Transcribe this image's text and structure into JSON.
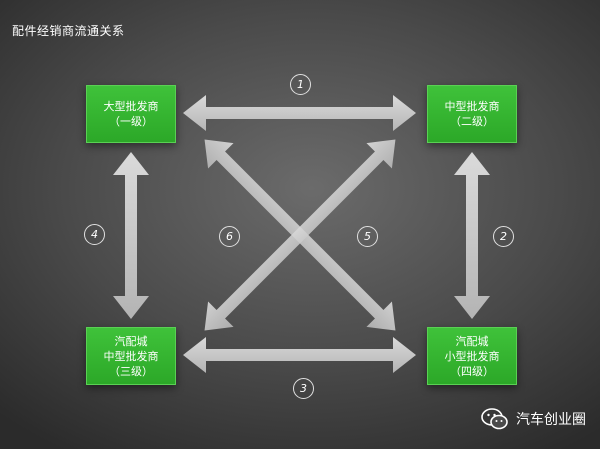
{
  "title": "配件经销商流通关系",
  "nodes": [
    {
      "id": "n1",
      "line1": "大型批发商",
      "line2": "",
      "line3": "（一级）"
    },
    {
      "id": "n2",
      "line1": "中型批发商",
      "line2": "",
      "line3": "（二级）"
    },
    {
      "id": "n3",
      "line1": "汽配城",
      "line2": "中型批发商",
      "line3": "（三级）"
    },
    {
      "id": "n4",
      "line1": "汽配城",
      "line2": "小型批发商",
      "line3": "（四级）"
    }
  ],
  "badges": [
    "1",
    "2",
    "3",
    "4",
    "5",
    "6"
  ],
  "watermark": {
    "text": "汽车创业圈",
    "icon": "wechat-icon"
  },
  "colors": {
    "node": "#2ca828",
    "arrow": "#d9d9d9",
    "text": "#ffffff"
  }
}
